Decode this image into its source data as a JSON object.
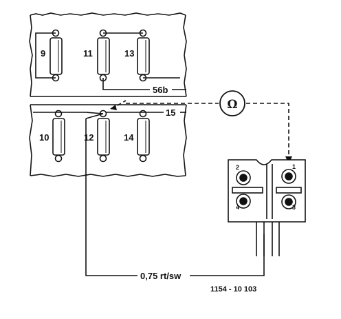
{
  "fuses": [
    {
      "id": "fuse-9",
      "label": "9"
    },
    {
      "id": "fuse-11",
      "label": "11"
    },
    {
      "id": "fuse-13",
      "label": "13"
    },
    {
      "id": "fuse-10",
      "label": "10"
    },
    {
      "id": "fuse-12",
      "label": "12"
    },
    {
      "id": "fuse-14",
      "label": "14"
    }
  ],
  "wires": {
    "terminal_56b": "56b",
    "terminal_15": "15",
    "wire_spec": "0,75 rt/sw"
  },
  "ohmmeter": {
    "symbol": "Ω"
  },
  "connector": {
    "pins": [
      "1",
      "2",
      "3",
      "4"
    ]
  },
  "figure_code": "1154 - 10 103"
}
